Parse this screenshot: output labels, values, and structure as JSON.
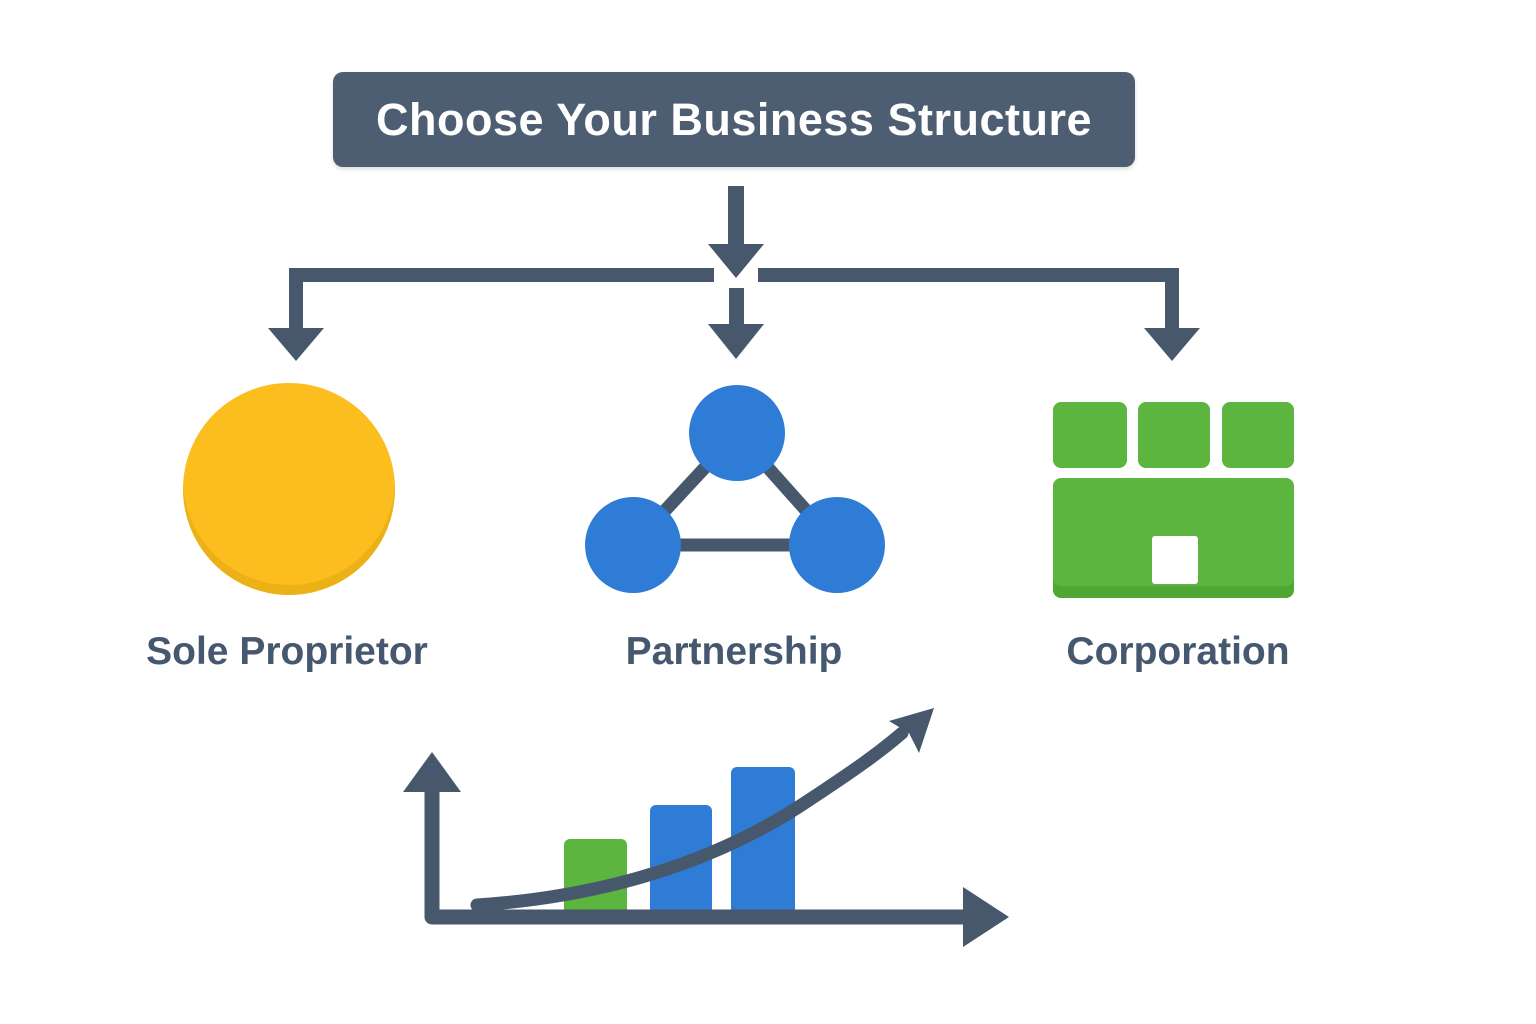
{
  "title": "Choose Your Business Structure",
  "colors": {
    "arrow_slate": "#47586D",
    "title_box_bg": "#4D5E73",
    "title_text": "#FFFFFF",
    "label_text": "#46586F",
    "sole_proprietor_yellow": "#FBBE1E",
    "partnership_blue": "#2E7CD6",
    "corporation_green": "#5CB53E",
    "door_white": "#FFFFFF"
  },
  "options": [
    {
      "label": "Sole Proprietor",
      "icon": "yellow-circle-icon",
      "color": "#FBBE1E"
    },
    {
      "label": "Partnership",
      "icon": "blue-network-triangle-icon",
      "color": "#2E7CD6"
    },
    {
      "label": "Corporation",
      "icon": "green-building-icon",
      "color": "#5CB53E"
    }
  ],
  "chart_data": {
    "type": "bar",
    "title": "",
    "xlabel": "",
    "ylabel": "",
    "categories": [
      "bar-1",
      "bar-2",
      "bar-3"
    ],
    "values": [
      1,
      1.45,
      1.9
    ],
    "bar_colors": [
      "#5CB53E",
      "#2E7CD6",
      "#2E7CD6"
    ],
    "axis_labels_shown": false,
    "grid": false,
    "legend": "none",
    "annotations": [
      "exponential-growth-arrow-up-right"
    ]
  }
}
